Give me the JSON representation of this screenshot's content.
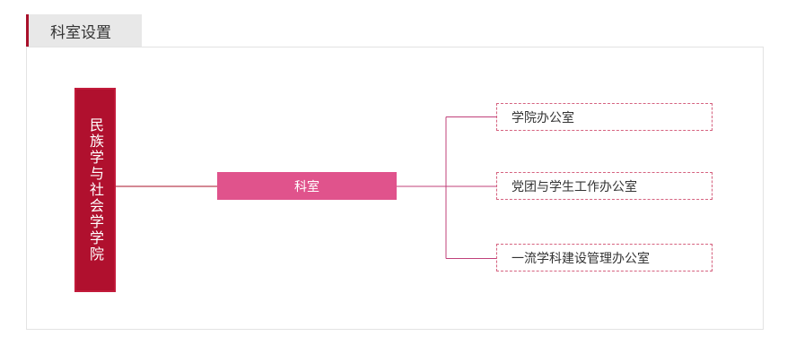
{
  "section": {
    "title": "科室设置"
  },
  "org": {
    "root": "民族学与社会学学院",
    "department": "科室",
    "offices": [
      "学院办公室",
      "党团与学生工作办公室",
      "一流学科建设管理办公室"
    ]
  },
  "colors": {
    "root": "#b0102e",
    "department": "#e0538c",
    "connector_root": "#a8102a",
    "connector_leaves": "#c0407a",
    "leaf_border": "#d5627f"
  }
}
